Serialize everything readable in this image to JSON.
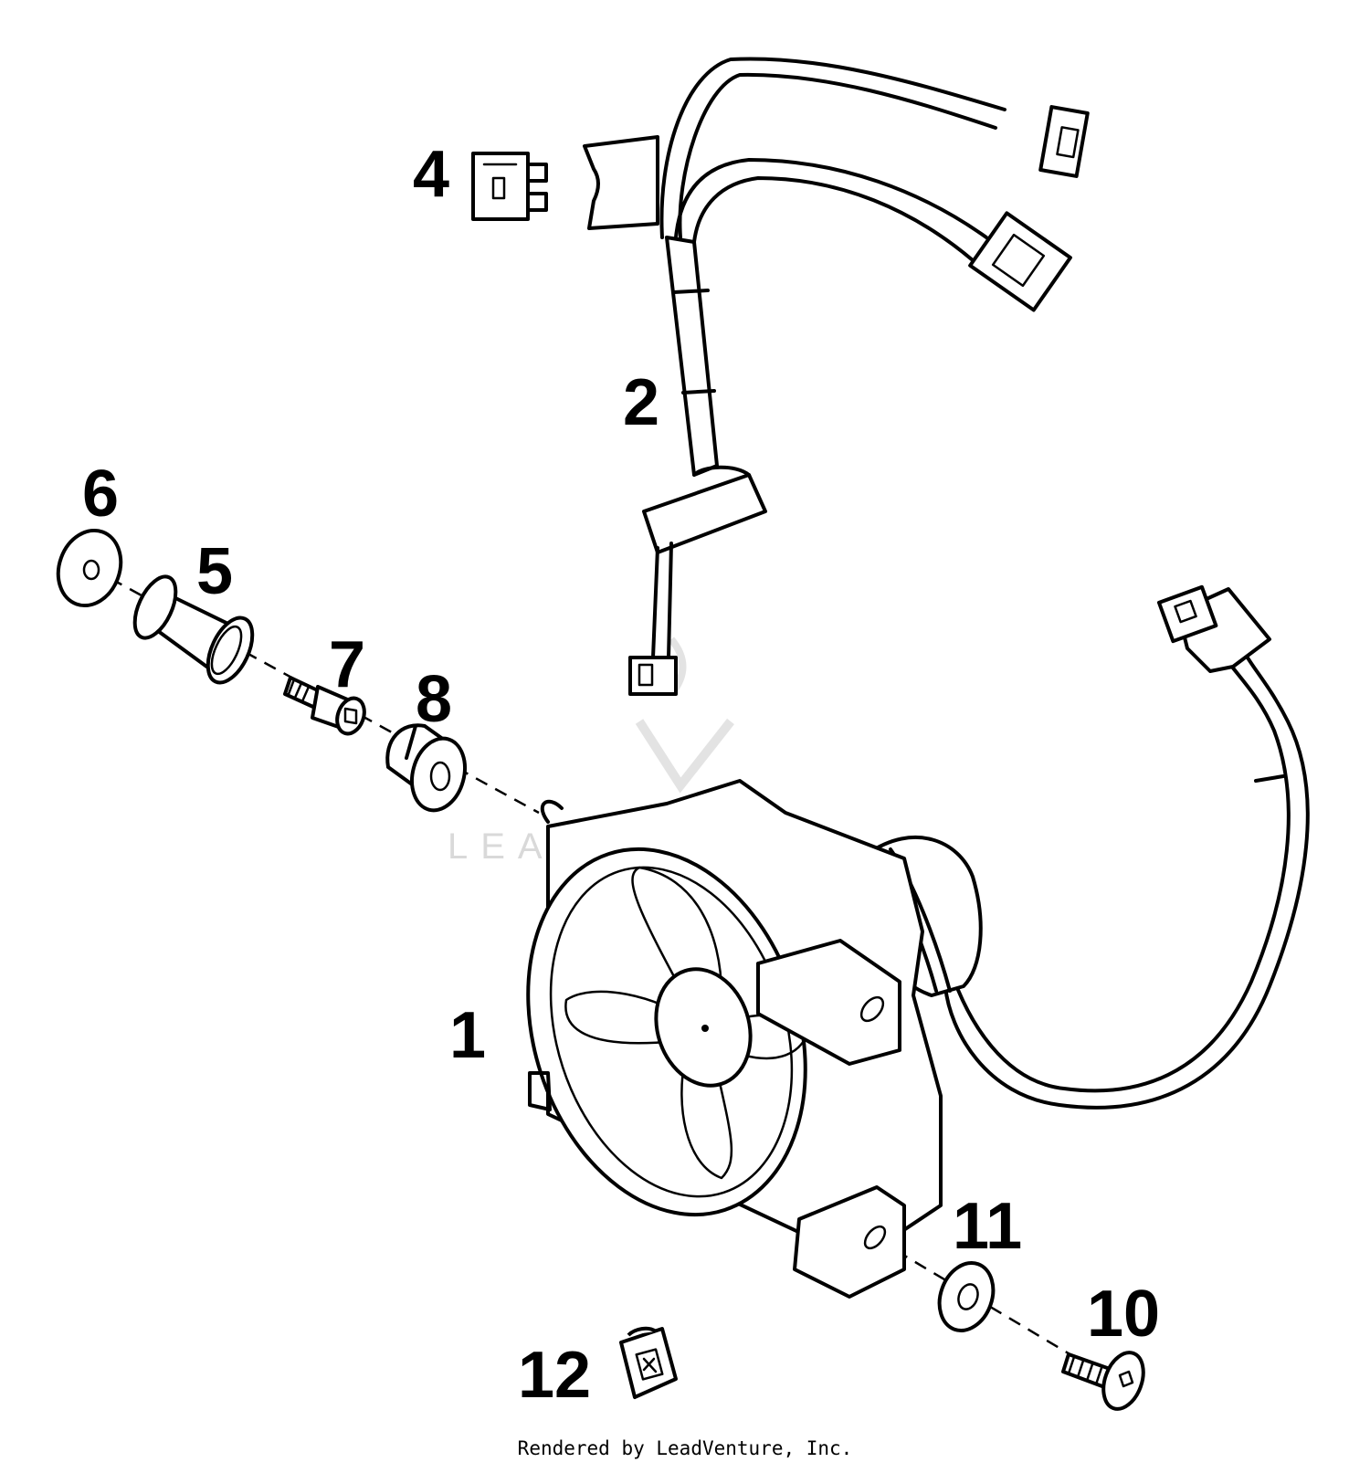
{
  "callouts": [
    {
      "id": "1",
      "text": "1"
    },
    {
      "id": "2",
      "text": "2"
    },
    {
      "id": "4",
      "text": "4"
    },
    {
      "id": "5",
      "text": "5"
    },
    {
      "id": "6",
      "text": "6"
    },
    {
      "id": "7",
      "text": "7"
    },
    {
      "id": "8",
      "text": "8"
    },
    {
      "id": "10",
      "text": "10"
    },
    {
      "id": "11",
      "text": "11"
    },
    {
      "id": "12",
      "text": "12"
    }
  ],
  "watermark": "LEADVENTURE",
  "footer": "Rendered by LeadVenture, Inc."
}
